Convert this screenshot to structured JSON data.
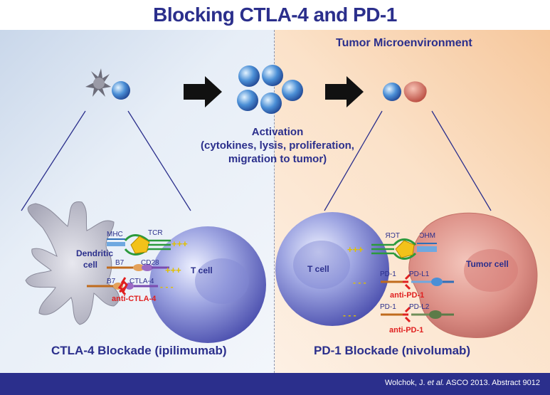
{
  "title": "Blocking CTLA-4 and PD-1",
  "tumor_microenvironment": "Tumor Microenvironment",
  "activation": {
    "line1": "Activation",
    "line2": "(cytokines, lysis, proliferation,",
    "line3": "migration to tumor)"
  },
  "left": {
    "dendritic_cell_line1": "Dendritic",
    "dendritic_cell_line2": "cell",
    "mhc": "MHC",
    "tcr": "TCR",
    "b7_a": "B7",
    "cd28": "CD28",
    "b7_b": "B7",
    "ctla4": "CTLA-4",
    "antibody": "anti-CTLA-4",
    "t_cell": "T cell",
    "plus_top": "+++",
    "plus_mid": "+++",
    "minus": "- - -",
    "caption": "CTLA-4 Blockade (ipilimumab)"
  },
  "right": {
    "t_cell": "T cell",
    "tcr_mirrored": "TCR",
    "mhc_mirrored": "MHC",
    "pd1_a": "PD-1",
    "pdl1": "PD-L1",
    "antibody_a": "anti-PD-1",
    "pd1_b": "PD-1",
    "pdl2": "PD-L2",
    "antibody_b": "anti-PD-1",
    "tumor_cell": "Tumor cell",
    "plus": "+++",
    "minus_a": "- - -",
    "minus_b": "- - -",
    "caption": "PD-1 Blockade (nivolumab)"
  },
  "citation": {
    "author": "Wolchok, J.",
    "etal": "et al.",
    "rest": "ASCO 2013. Abstract  9012"
  }
}
